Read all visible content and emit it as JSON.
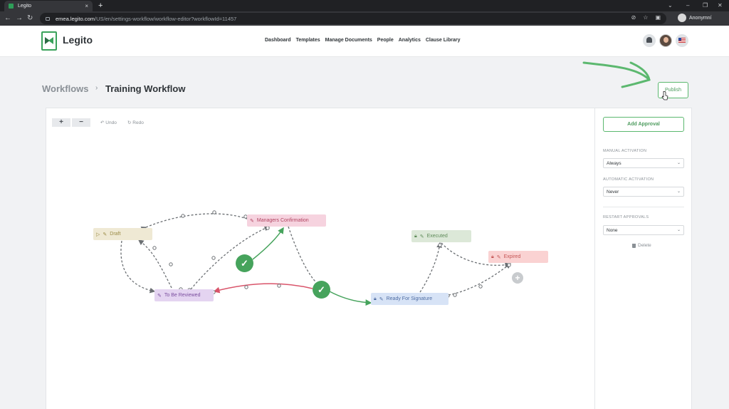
{
  "browser": {
    "tab_title": "Legito",
    "tab_close": "×",
    "new_tab": "+",
    "url_host": "emea.legito.com",
    "url_path": "/US/en/settings-workflow/workflow-editor?workflowId=11457",
    "profile_name": "Anonymní",
    "window_controls": [
      "⌄",
      "–",
      "❐",
      "✕"
    ]
  },
  "header": {
    "brand": "Legito",
    "nav": [
      "Dashboard",
      "Templates",
      "Manage Documents",
      "People",
      "Analytics",
      "Clause Library"
    ]
  },
  "breadcrumb": {
    "root": "Workflows",
    "separator": "›",
    "current": "Training Workflow"
  },
  "publish_label": "Publish",
  "toolbar": {
    "zoom_in": "+",
    "zoom_out": "−",
    "undo": "Undo",
    "redo": "Redo"
  },
  "nodes": {
    "draft": "Draft",
    "managers": "Managers Confirmation",
    "review": "To Be Reviewed",
    "executed": "Executed",
    "expired": "Expired",
    "ready": "Ready For Signature"
  },
  "side_panel": {
    "add_approval": "Add Approval",
    "manual_label": "MANUAL ACTIVATION",
    "manual_value": "Always",
    "automatic_label": "AUTOMATIC ACTIVATION",
    "automatic_value": "Never",
    "restart_label": "RESTART APPROVALS",
    "restart_value": "None",
    "delete": "Delete"
  },
  "colors": {
    "accent": "#46a35c",
    "reject_edge": "#d9546a",
    "annotation": "#5cb86f"
  }
}
